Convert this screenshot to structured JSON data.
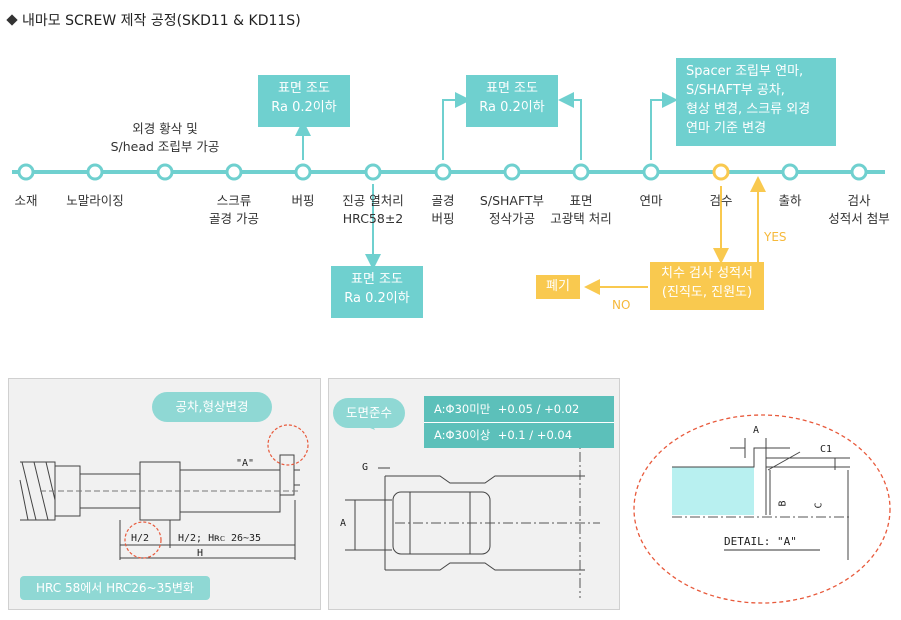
{
  "title": "내마모 SCREW 제작 공정(SKD11 & KD11S)",
  "colors": {
    "teal": "#6fd0cf",
    "yellow": "#f9c94f",
    "yellow_text": "#f6b93b"
  },
  "steps": [
    {
      "label": "소재"
    },
    {
      "label": "노말라이징"
    },
    {
      "label": "외경 황삭 및\nS/head 조립부 가공"
    },
    {
      "label": "스크류\n골경 가공"
    },
    {
      "label": "버핑"
    },
    {
      "label": "진공 열처리\nHRC58±2"
    },
    {
      "label": "골경\n버핑"
    },
    {
      "label": "S/SHAFT부\n정삭가공"
    },
    {
      "label": "표면\n고광택 처리"
    },
    {
      "label": "연마"
    },
    {
      "label": "검수"
    },
    {
      "label": "출하"
    },
    {
      "label": "검사\n성적서 첨부"
    }
  ],
  "notes": {
    "buffing_roughness": "표면 조도\nRa 0.2이하",
    "heat_treat_roughness": "표면 조도\nRa 0.2이하",
    "shaft_roughness": "표면 조도\nRa 0.2이하",
    "grinding_note": "Spacer 조립부 연마,\nS/SHAFT부 공차,\n형상 변경, 스크류 외경\n연마 기준 변경"
  },
  "inspection": {
    "report": "치수 검사 성적서\n(진직도, 진원도)",
    "discard": "폐기",
    "yes": "YES",
    "no": "NO"
  },
  "panel1": {
    "bubble": "공차,형상변경",
    "tag": "HRC 58에서 HRC26~35변화",
    "detail_label": "\"A\"",
    "dim_half": "H/2",
    "dim_hrc": "H/2; Hʀᴄ 26~35",
    "dim_h": "H"
  },
  "panel2": {
    "bubble": "도면준수",
    "tol_row1": "A:Φ30미만  +0.05 / +0.02",
    "tol_row2": "A:Φ30이상  +0.1 / +0.04",
    "label_a": "A",
    "label_g": "G"
  },
  "panel3": {
    "label_a": "A",
    "label_c1": "C1",
    "label_b": "B",
    "label_c": "C",
    "detail": "DETAIL: \"A\""
  }
}
